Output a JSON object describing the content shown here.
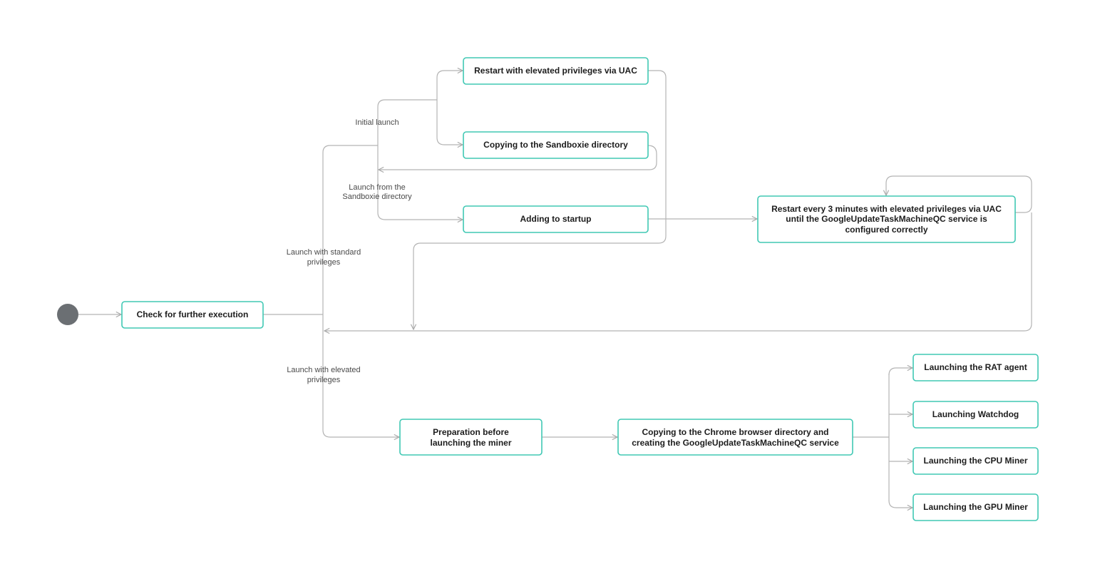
{
  "nodes": {
    "check": [
      "Check for further execution"
    ],
    "restart_uac": [
      "Restart with elevated privileges via UAC"
    ],
    "copy_sandboxie": [
      "Copying to the Sandboxie directory"
    ],
    "add_startup": [
      "Adding to startup"
    ],
    "restart_every": [
      "Restart every 3 minutes with elevated privileges via UAC",
      "until the GoogleUpdateTaskMachineQC service is",
      "configured correctly"
    ],
    "prep_miner": [
      "Preparation before",
      "launching the miner"
    ],
    "copy_chrome": [
      "Copying to the Chrome browser directory and",
      "creating the GoogleUpdateTaskMachineQC service"
    ],
    "rat_agent": [
      "Launching the RAT agent"
    ],
    "watchdog": [
      "Launching Watchdog"
    ],
    "cpu_miner": [
      "Launching the CPU Miner"
    ],
    "gpu_miner": [
      "Launching the GPU Miner"
    ]
  },
  "edge_labels": {
    "initial_launch": [
      "Initial launch"
    ],
    "from_sandboxie": [
      "Launch from the",
      "Sandboxie directory"
    ],
    "standard_privileges": [
      "Launch with standard",
      "privileges"
    ],
    "elevated_privileges": [
      "Launch with elevated",
      "privileges"
    ]
  },
  "colors": {
    "node_border": "#40c8b4",
    "connector": "#b4b4b4",
    "start_node": "#6b6f73"
  }
}
